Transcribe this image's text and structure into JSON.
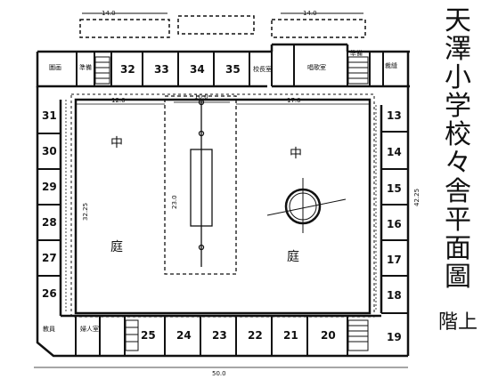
{
  "title": {
    "chars": [
      "天",
      "澤",
      "小",
      "学",
      "校",
      "々",
      "舎",
      "平",
      "面",
      "圖"
    ],
    "floor": "階上"
  },
  "courtyard": {
    "left_top": "中",
    "left_bottom": "庭",
    "right_top": "中",
    "right_bottom": "庭"
  },
  "rooms": {
    "top": [
      "32",
      "33",
      "34",
      "35"
    ],
    "left": [
      "31",
      "30",
      "29",
      "28",
      "27",
      "26"
    ],
    "right": [
      "13",
      "14",
      "15",
      "16",
      "17",
      "18",
      "19"
    ],
    "bottom": [
      "25",
      "24",
      "23",
      "22",
      "21",
      "20"
    ]
  },
  "special_rooms": {
    "top_left_1": "圖画",
    "top_left_2": "準備",
    "top_mid_1": "校長室",
    "top_mid_2": "唱歌室",
    "top_right_1": "準備",
    "top_right_2": "裁縫",
    "bottom_left_1": "教員",
    "bottom_left_2": "婦人室"
  },
  "dimensions": {
    "top_left": "14.0",
    "top_right": "14.0",
    "center_top": "10.0",
    "left_court": "12.0",
    "right_court": "17.0",
    "center_vertical": "23.0",
    "left_side": "32.25",
    "right_side": "42.25",
    "bottom": "50.0"
  }
}
